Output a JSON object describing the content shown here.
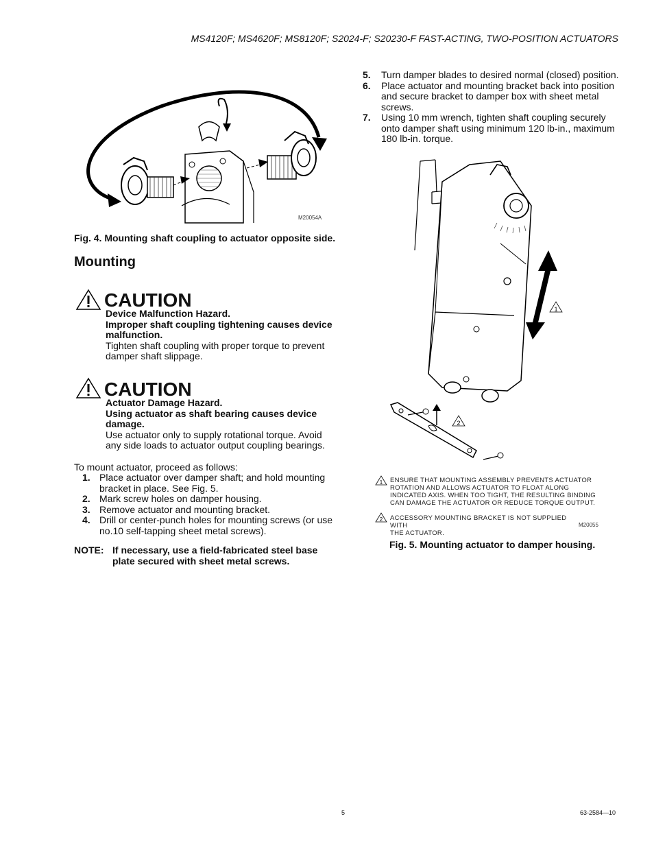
{
  "header": {
    "title": "MS4120F; MS4620F; MS8120F; S2024-F; S20230-F FAST-ACTING, TWO-POSITION ACTUATORS"
  },
  "fig4": {
    "code": "M20054A",
    "caption": "Fig. 4. Mounting shaft coupling to actuator opposite side."
  },
  "mounting": {
    "heading": "Mounting",
    "caution1": {
      "title": "CAUTION",
      "hazard": "Device Malfunction Hazard.",
      "bold_lines": [
        "Improper shaft coupling tightening causes device",
        "malfunction."
      ],
      "text_lines": [
        "Tighten shaft coupling with proper torque to prevent",
        "damper shaft slippage."
      ]
    },
    "caution2": {
      "title": "CAUTION",
      "hazard": "Actuator Damage Hazard.",
      "bold_lines": [
        "Using actuator as shaft bearing causes device",
        "damage."
      ],
      "text_lines": [
        "Use actuator only to supply rotational torque. Avoid",
        "any side loads to actuator output coupling bearings."
      ]
    },
    "intro": "To mount actuator, proceed as follows:",
    "steps": [
      {
        "num": "1.",
        "lines": [
          "Place actuator over damper shaft; and hold mounting",
          "bracket in place. See Fig. 5."
        ]
      },
      {
        "num": "2.",
        "lines": [
          "Mark screw holes on damper housing."
        ]
      },
      {
        "num": "3.",
        "lines": [
          "Remove actuator and mounting bracket."
        ]
      },
      {
        "num": "4.",
        "lines": [
          "Drill or center-punch holes for mounting screws (or use",
          "no.10 self-tapping sheet metal screws)."
        ]
      }
    ],
    "note": {
      "label": "NOTE:",
      "lines": [
        "If necessary, use a field-fabricated steel base",
        "plate secured with sheet metal screws."
      ]
    }
  },
  "right_steps": [
    {
      "num": "5.",
      "lines": [
        "Turn damper blades to desired normal (closed) position."
      ]
    },
    {
      "num": "6.",
      "lines": [
        "Place actuator and mounting bracket back into position",
        "and secure bracket to damper box with sheet metal",
        "screws."
      ]
    },
    {
      "num": "7.",
      "lines": [
        "Using 10 mm wrench, tighten shaft coupling securely",
        "onto damper shaft using minimum 120 lb-in., maximum",
        "180 lb-in. torque."
      ]
    }
  ],
  "fig5": {
    "marker1": "1",
    "marker2": "2",
    "note1_lines": [
      "ENSURE THAT MOUNTING ASSEMBLY PREVENTS ACTUATOR",
      "ROTATION AND ALLOWS ACTUATOR TO FLOAT ALONG",
      "INDICATED AXIS.  WHEN TOO TIGHT, THE RESULTING  BINDING",
      "CAN DAMAGE THE ACTUATOR OR REDUCE TORQUE OUTPUT."
    ],
    "note2_lines": [
      "ACCESSORY MOUNTING BRACKET IS NOT SUPPLIED WITH",
      "THE ACTUATOR."
    ],
    "code": "M20055",
    "caption": "Fig. 5. Mounting actuator to damper housing."
  },
  "footer": {
    "page": "5",
    "doc": "63-2584—10"
  }
}
